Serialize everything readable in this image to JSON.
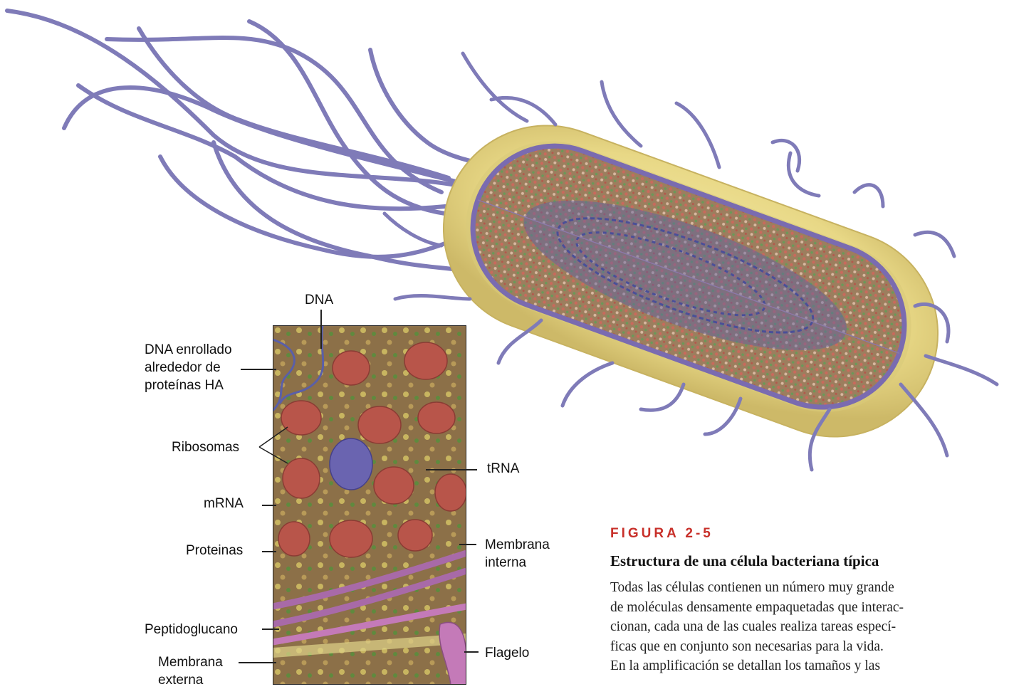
{
  "labels": {
    "dna": "DNA",
    "dna_coiled": "DNA enrollado\nalrededor de\nproteínas HA",
    "ribosomes": "Ribosomas",
    "mrna": "mRNA",
    "proteins": "Proteinas",
    "peptidoglycan": "Peptidoglucano",
    "outer_membrane": "Membrana\nexterna",
    "trna": "tRNA",
    "inner_membrane": "Membrana\ninterna",
    "flagellum": "Flagelo"
  },
  "caption": {
    "figure_number": "FIGURA 2-5",
    "title": "Estructura de una célula bacteriana típica",
    "lines": [
      "Todas las células contienen un número muy grande",
      "de moléculas densamente empaquetadas que interac-",
      "cionan, cada una de las cuales realiza tareas especí-",
      "ficas que en conjunto son necesarias para la vida.",
      "En la amplificación se detallan los tamaños y las"
    ]
  },
  "colors": {
    "capsule": "#e9dc8c",
    "membrane": "#7a6bb0",
    "flagella": "#7f7bb8",
    "cytoplasm": "#a88862",
    "dna": "#5a5fa8",
    "ribosome": "#b8554a",
    "figure_accent": "#c8302a"
  }
}
